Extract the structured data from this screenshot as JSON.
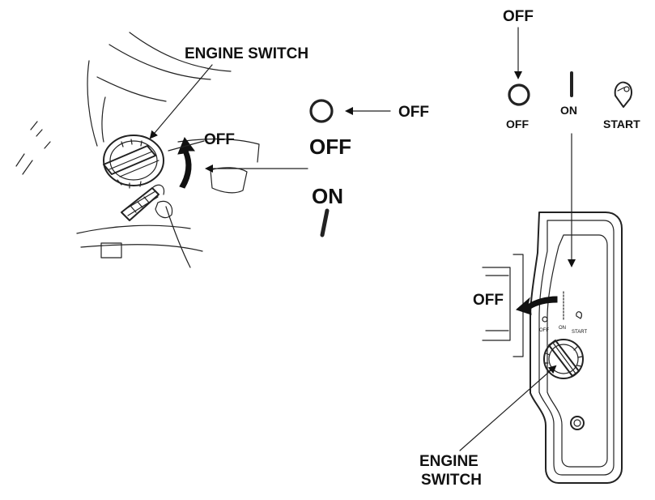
{
  "left_figure": {
    "label_engine_switch": "ENGINE SWITCH",
    "label_off_small": "OFF",
    "label_off_pointer": "OFF",
    "label_off_symbol": "OFF",
    "label_on_symbol": "ON"
  },
  "right_figure": {
    "label_off_top": "OFF",
    "label_off_position": "OFF",
    "label_on_position": "ON",
    "label_start_position": "START",
    "label_off_panel": "OFF",
    "label_engine": "ENGINE",
    "label_switch": "SWITCH",
    "panel_tiny_off": "OFF",
    "panel_tiny_on": "ON",
    "panel_tiny_start": "START"
  }
}
